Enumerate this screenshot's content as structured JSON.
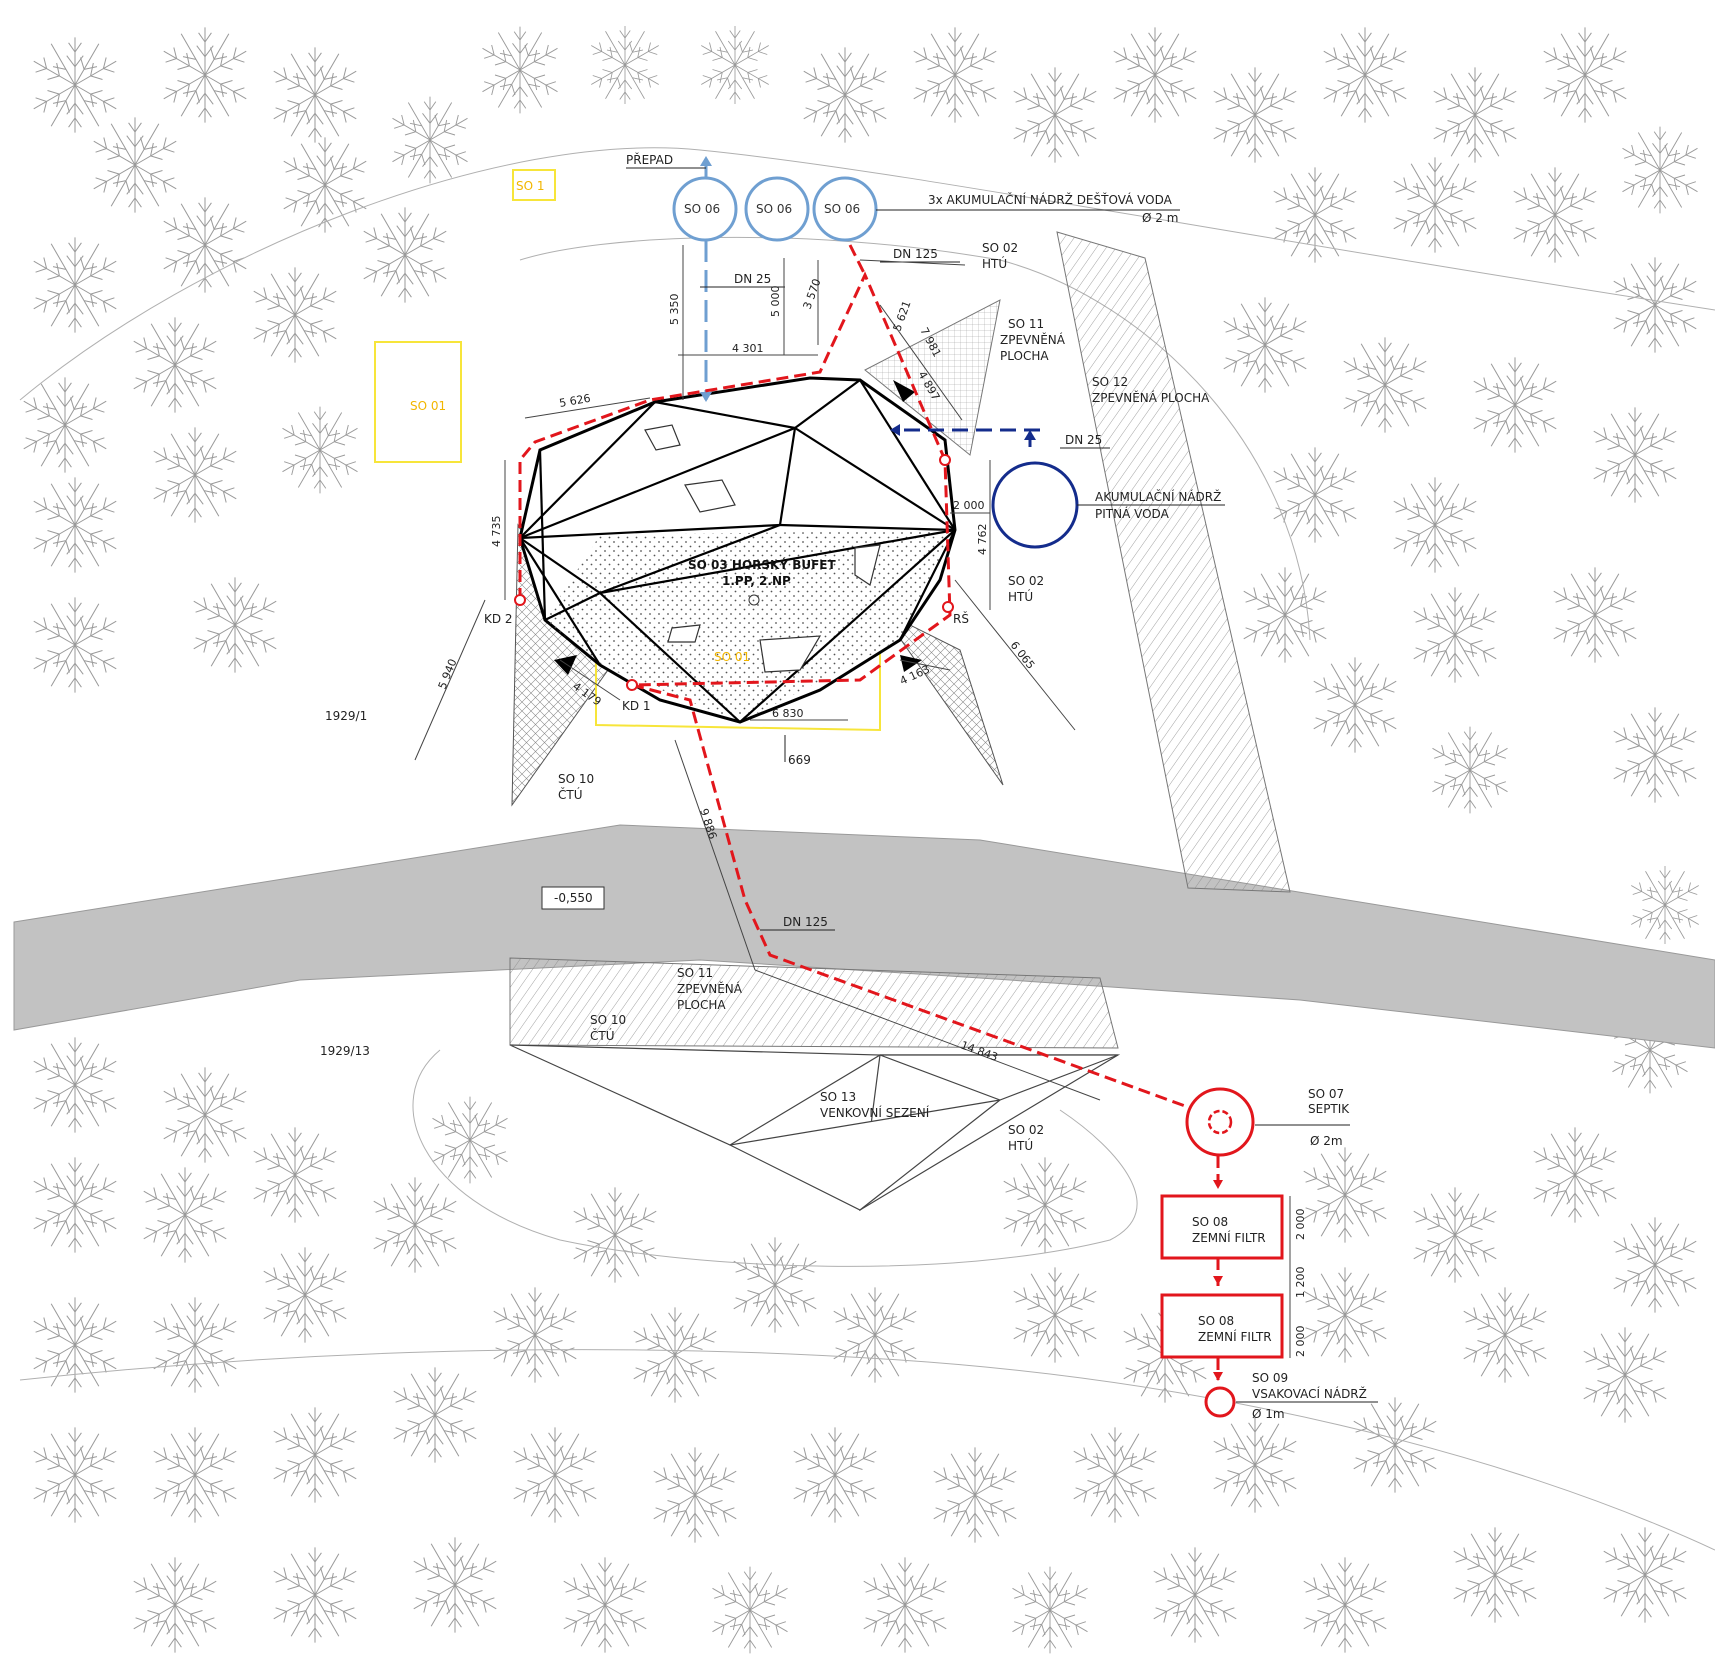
{
  "colors": {
    "rain_water": "#6f9fd1",
    "drinking_water": "#142c8c",
    "sewage": "#e2161c",
    "boundary_yellow": "#f7e53a",
    "road": "#c2c2c2",
    "tree": "#9a9a9a"
  },
  "rain_tanks": {
    "overflow_label": "PŘEPAD",
    "tank_labels": [
      "SO 06",
      "SO 06",
      "SO 06"
    ],
    "description": "3x AKUMULAČNÍ NÁDRŽ DEŠŤOVÁ VODA",
    "diameter": "Ø 2 m",
    "pipe_label": "DN 25"
  },
  "drinking_tank": {
    "title": "AKUMULAČNÍ NÁDRŽ",
    "subtitle": "PITNÁ VODA",
    "pipe_label": "DN 25"
  },
  "building": {
    "title": "SO 03 HORSKÝ BUFET",
    "floors": "1.PP, 2.NP",
    "so01_inner": "SO 01",
    "so01_outer": "SO 01",
    "so_small": "SO 1"
  },
  "sewer": {
    "pipe_label_top": "DN 125",
    "pipe_label_bottom": "DN 125",
    "kd1": "KD 1",
    "kd2": "KD 2",
    "rs": "RŠ"
  },
  "septic": {
    "code": "SO 07",
    "name": "SEPTIK",
    "diameter": "Ø 2m"
  },
  "filters": [
    {
      "code": "SO 08",
      "name": "ZEMNÍ FILTR"
    },
    {
      "code": "SO 08",
      "name": "ZEMNÍ FILTR"
    }
  ],
  "soak_tank": {
    "code": "SO 09",
    "name": "VSAKOVACÍ NÁDRŽ",
    "diameter": "Ø 1m"
  },
  "areas": {
    "so02_top_code": "SO 02",
    "so02_top_name": "HTÚ",
    "so02_right_code": "SO 02",
    "so02_right_name": "HTÚ",
    "so02_bottom_code": "SO 02",
    "so02_bottom_name": "HTÚ",
    "so11_top_code": "SO 11",
    "so11_top_l1": "ZPEVNĚNÁ",
    "so11_top_l2": "PLOCHA",
    "so12": "SO 12",
    "so12_name": "ZPEVNĚNÁ PLOCHA",
    "so10_top_code": "SO 10",
    "so10_top_name": "ČTÚ",
    "so11_bottom_code": "SO 11",
    "so11_bottom_l1": "ZPEVNĚNÁ",
    "so11_bottom_l2": "PLOCHA",
    "so10_bottom_code": "SO 10",
    "so10_bottom_name": "ČTÚ",
    "so13_code": "SO 13",
    "so13_name": "VENKOVNÍ SEZENÍ"
  },
  "parcels": {
    "north": "1929/1",
    "south": "1929/13",
    "point": "669"
  },
  "road_level": "-0,550",
  "dimensions": {
    "d5350": "5 350",
    "d5000": "5 000",
    "d3570": "3 570",
    "d4301": "4 301",
    "d5626": "5 626",
    "d5621": "5 621",
    "d7981": "7 981",
    "d4897": "4 897",
    "d4735": "4 735",
    "d2000": "2 000",
    "d4762": "4 762",
    "d6065": "6 065",
    "d5940": "5 940",
    "d4179": "4 179",
    "d4163": "4 163",
    "d6830": "6 830",
    "d9886": "9 886",
    "d14843": "14 843",
    "f2000a": "2 000",
    "f1200": "1 200",
    "f2000b": "2 000"
  }
}
